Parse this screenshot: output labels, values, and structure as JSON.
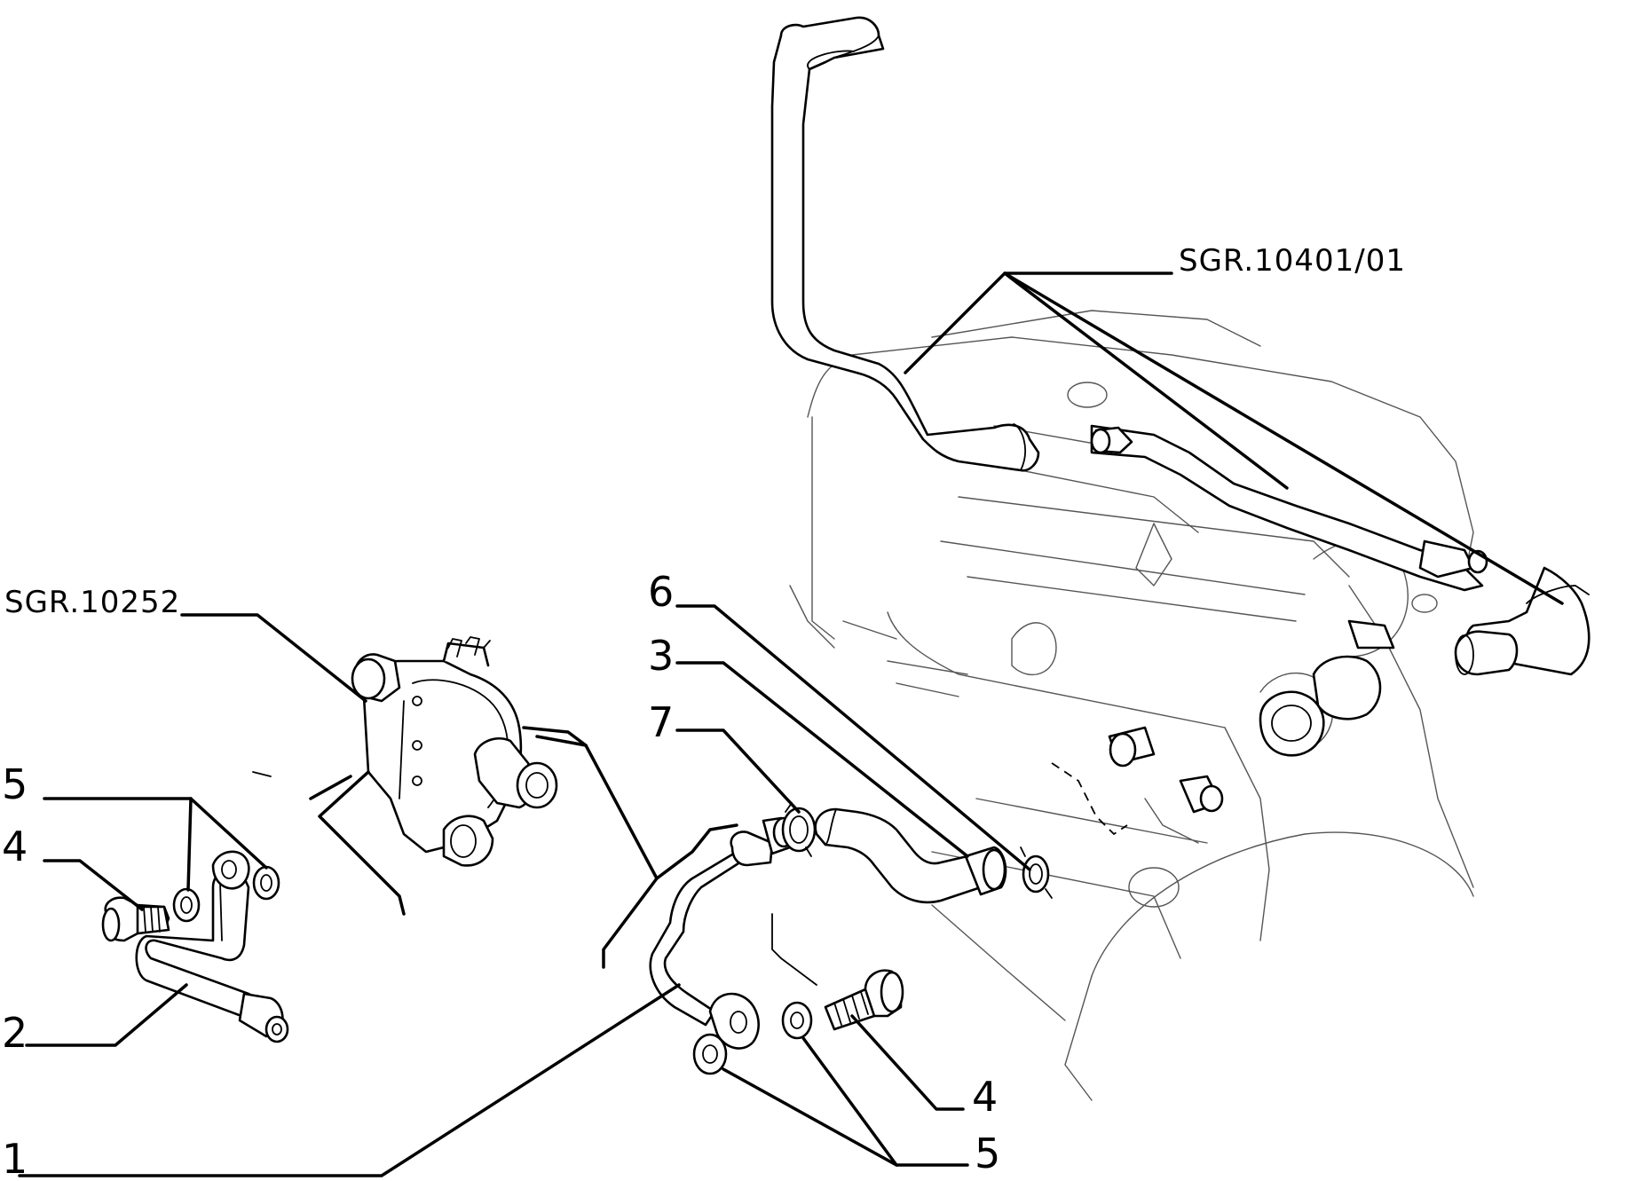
{
  "diagram": {
    "callouts": {
      "c1": "1",
      "c2": "2",
      "c3": "3",
      "c4_left": "4",
      "c4_right": "4",
      "c5_left": "5",
      "c5_right": "5",
      "c6": "6",
      "c7": "7"
    },
    "references": {
      "engine_group": "SGR.10401/01",
      "turbo_group": "SGR.10252"
    }
  }
}
